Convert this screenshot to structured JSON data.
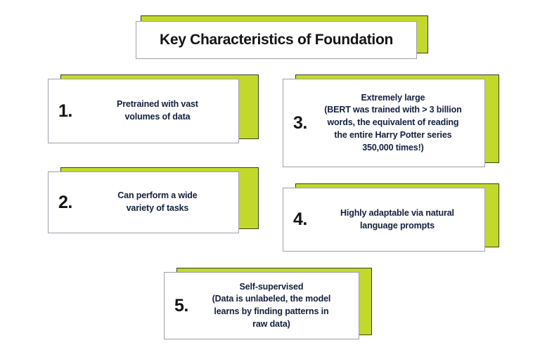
{
  "page": {
    "background_color": "#ffffff",
    "accent_color": "#c2d92c",
    "panel_color": "#ffffff",
    "panel_border_color": "#9ea0ab",
    "heading_text_color": "#141414",
    "body_text_color": "#121f3e"
  },
  "title": {
    "text": "Key Characteristics of Foundation"
  },
  "items": [
    {
      "number": "1.",
      "text": "Pretrained with vast\nvolumes of data"
    },
    {
      "number": "2.",
      "text": "Can perform a wide\nvariety of tasks"
    },
    {
      "number": "3.",
      "text": "Extremely large\n(BERT was trained with > 3 billion\nwords, the equivalent of reading\nthe entire Harry Potter series\n350,000 times!)"
    },
    {
      "number": "4.",
      "text": "Highly adaptable via natural\nlanguage prompts"
    },
    {
      "number": "5.",
      "text": "Self-supervised\n(Data is unlabeled, the model\nlearns by finding patterns in\nraw data)"
    }
  ]
}
